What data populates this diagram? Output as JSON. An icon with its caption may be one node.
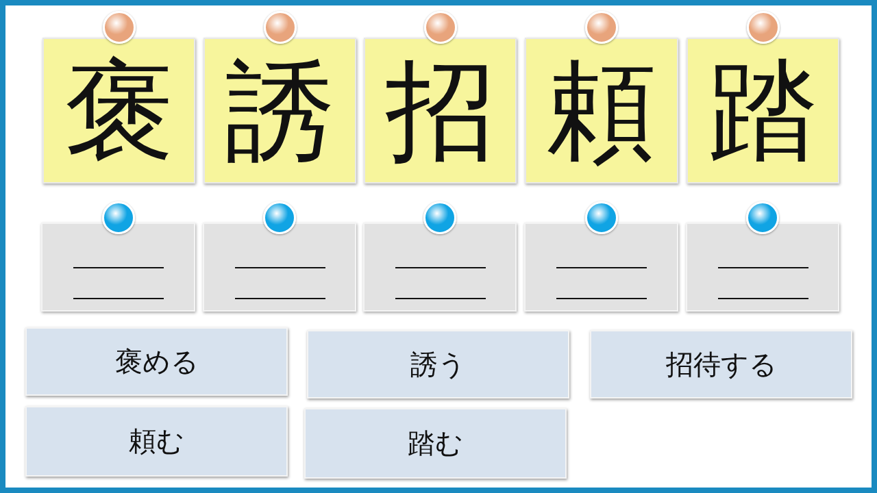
{
  "diagram": {
    "nodes": [
      {
        "text": [
          "褒"
        ]
      },
      {
        "text": [
          "誘"
        ]
      },
      {
        "text": [
          "招"
        ]
      },
      {
        "text": [
          "頼"
        ]
      },
      {
        "text": [
          "踏"
        ]
      },
      {
        "text": [],
        "shape": "box"
      },
      {
        "text": [],
        "shape": "box"
      },
      {
        "text": [],
        "shape": "box"
      },
      {
        "text": [],
        "shape": "box"
      },
      {
        "text": [],
        "shape": "box"
      },
      {
        "text": [
          "褒める"
        ]
      },
      {
        "text": [
          "誘う"
        ]
      },
      {
        "text": [
          "招待する"
        ]
      },
      {
        "text": [
          "頼む"
        ]
      },
      {
        "text": [
          "踏む"
        ]
      }
    ]
  }
}
